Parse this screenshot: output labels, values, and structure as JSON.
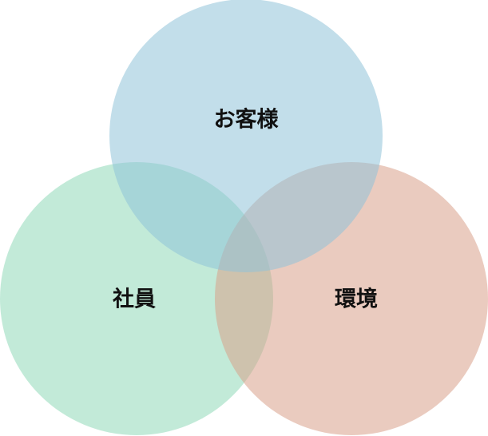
{
  "venn": {
    "sets": [
      {
        "id": "customers",
        "label": "お客様",
        "color": "#8fc2d8"
      },
      {
        "id": "employees",
        "label": "社員",
        "color": "#8fd8b8"
      },
      {
        "id": "environment",
        "label": "環境",
        "color": "#d8a08a"
      }
    ]
  }
}
